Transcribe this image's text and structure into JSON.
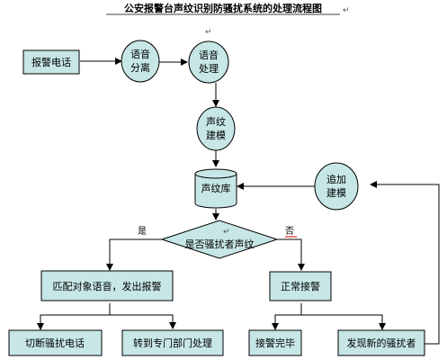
{
  "title": "公安报警台声纹识别防骚扰系统的处理流程图",
  "colors": {
    "fill": "#c7e6e6",
    "stroke": "#000000",
    "accent_underline": "#cc0000"
  },
  "nodes": {
    "alarm_call": "报警电话",
    "voice_sep_1": "语音",
    "voice_sep_2": "分离",
    "voice_proc_1": "语音",
    "voice_proc_2": "处理",
    "voiceprint_model_1": "声纹",
    "voiceprint_model_2": "建模",
    "voiceprint_db": "声纹库",
    "add_model_1": "追加",
    "add_model_2": "建模",
    "decision": "是否骚扰者声纹",
    "match_alarm": "匹配对象语音，发出报警",
    "normal_answer": "正常接警",
    "cut_call": "切断骚扰电话",
    "transfer_dept": "转到专门部门处理",
    "alarm_done": "接警完毕",
    "new_harasser": "发现新的骚扰者"
  },
  "edge_labels": {
    "yes": "是",
    "no": "否"
  }
}
